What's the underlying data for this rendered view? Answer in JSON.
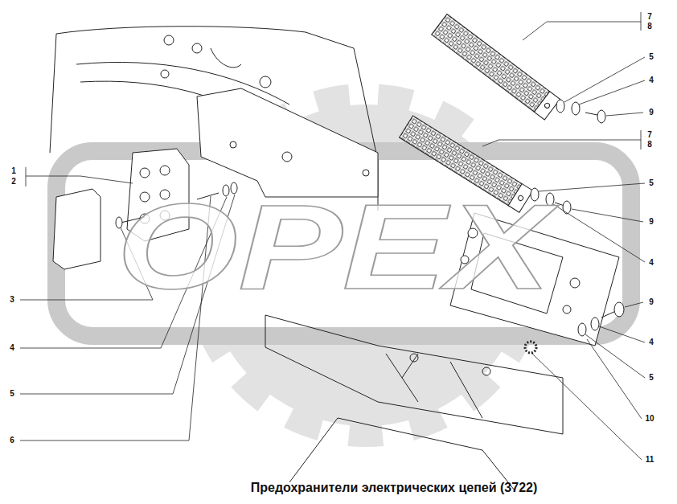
{
  "diagram": {
    "title": "Предохранители электрических цепей (3722)",
    "labels": [
      "7",
      "8",
      "5",
      "4",
      "9",
      "7",
      "8",
      "5",
      "9",
      "4",
      "9",
      "4",
      "5",
      "10",
      "11",
      "1",
      "2",
      "3",
      "4",
      "5",
      "6",
      "OPEX"
    ]
  }
}
